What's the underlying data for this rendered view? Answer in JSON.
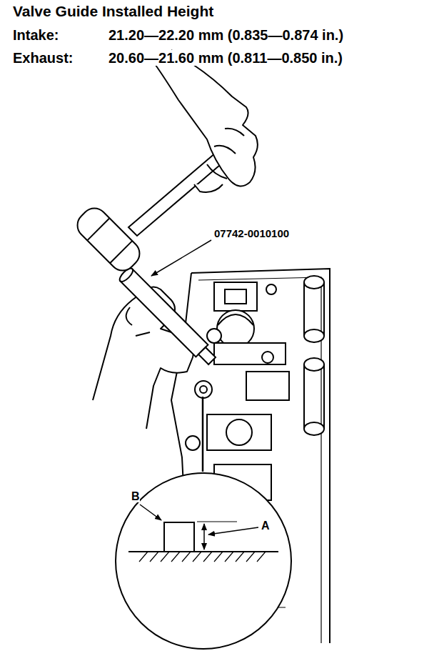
{
  "diagram": {
    "title": "Valve Guide Installed Height",
    "labels": [
      "Intake:",
      "21.20—22.20 mm (0.835—0.874 in.)",
      "Exhaust:",
      "20.60—21.60 mm (0.811—0.850 in.)",
      "07742-0010100",
      "B",
      "A"
    ]
  }
}
